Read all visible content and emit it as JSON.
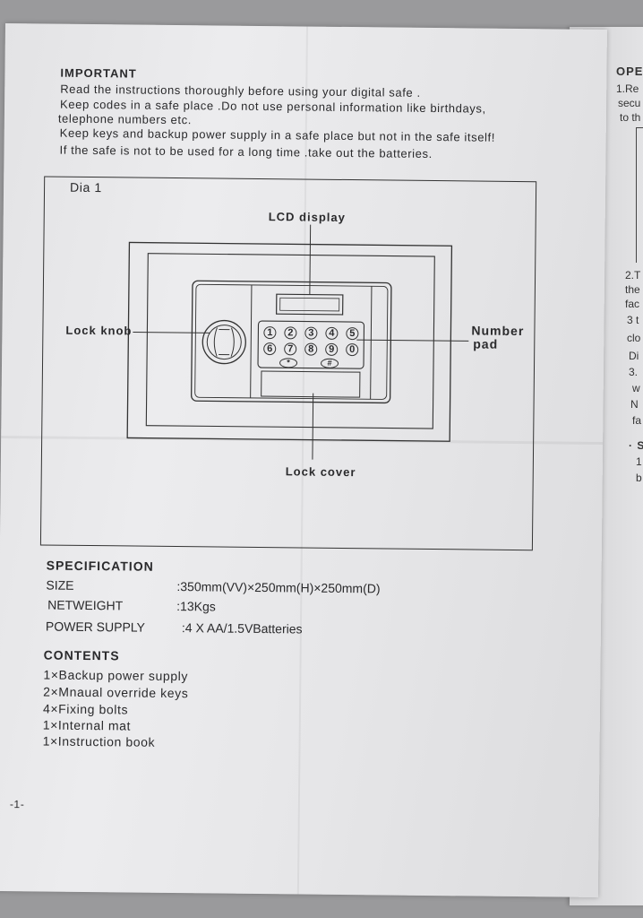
{
  "important": {
    "heading": "IMPORTANT",
    "lines": [
      "Read the instructions thoroughly before using your digital safe .",
      "Keep codes in a safe place .Do not use personal information like birthdays,",
      "telephone numbers etc.",
      "Keep keys and backup power supply in a safe place but not in the safe itself!",
      "If the safe is not to be used for a long time .take out the batteries."
    ]
  },
  "diagram": {
    "title": "Dia 1",
    "lcd_label": "LCD display",
    "lock_knob_label": "Lock knob",
    "number_pad_label_1": "Number",
    "number_pad_label_2": "pad",
    "lock_cover_label": "Lock cover",
    "keys_row1": [
      "1",
      "2",
      "3",
      "4",
      "5"
    ],
    "keys_row2": [
      "6",
      "7",
      "8",
      "9",
      "0"
    ],
    "keys_row3": [
      "*",
      "#"
    ]
  },
  "specification": {
    "heading": "SPECIFICATION",
    "rows": [
      {
        "label": "SIZE",
        "value": ":350mm(VV)×250mm(H)×250mm(D)"
      },
      {
        "label": "NETWEIGHT",
        "value": ":13Kgs"
      },
      {
        "label": "POWER SUPPLY",
        "value": ":4 X AA/1.5VBatteries"
      }
    ]
  },
  "contents": {
    "heading": "CONTENTS",
    "items": [
      "1×Backup power supply",
      "2×Mnaual override keys",
      "4×Fixing bolts",
      "1×Internal mat",
      "1×Instruction book"
    ]
  },
  "page_number": "-1-",
  "next_page": {
    "heading": "OPE",
    "fragments": [
      "1.Re",
      "secu",
      "to th",
      "2.T",
      "the",
      "fac",
      "3 t",
      "clo",
      "Di",
      "3.",
      "w",
      "N",
      "fa",
      "· S",
      "1",
      "b"
    ]
  }
}
